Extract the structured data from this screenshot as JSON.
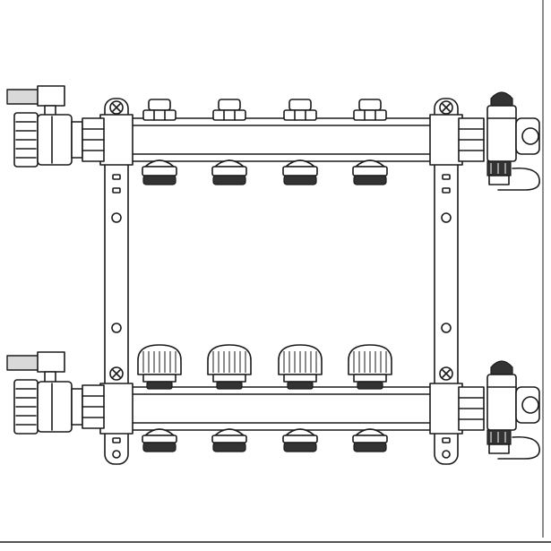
{
  "diagram": {
    "type": "heating-manifold-line-drawing",
    "manifold_bars": 2,
    "outlets_per_bar": 4,
    "colors": {
      "line": "#1a1a1a",
      "background": "#ffffff",
      "shade": "#d9d9d9",
      "dark": "#333333"
    },
    "components": [
      "ball-valve-top",
      "ball-valve-bottom",
      "manifold-bar-top",
      "manifold-bar-bottom",
      "mounting-bracket-left",
      "mounting-bracket-right",
      "outlet-valve-top",
      "outlet-connector-top",
      "flow-meter-bottom",
      "outlet-connector-bottom",
      "air-vent-drain-valve-top",
      "air-vent-drain-valve-bottom"
    ]
  }
}
